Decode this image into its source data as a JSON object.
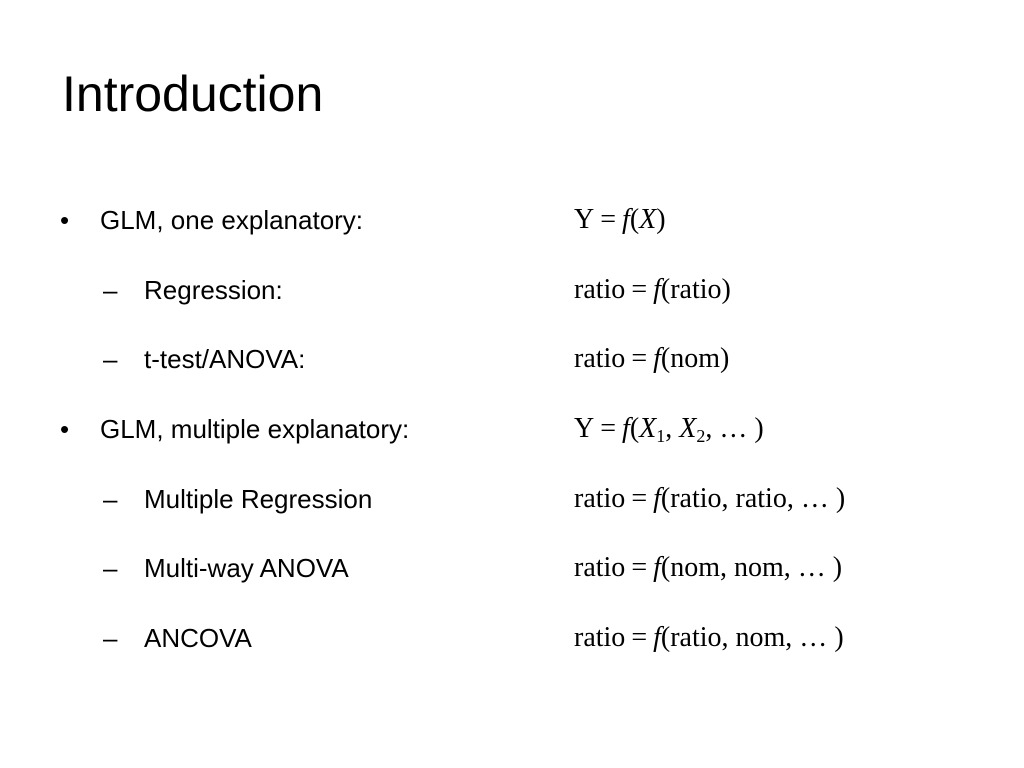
{
  "slide": {
    "title": "Introduction",
    "items": [
      {
        "level": 1,
        "marker": "•",
        "label": "GLM, one explanatory:",
        "formula": {
          "lhs": "Y",
          "eq": "=",
          "f": "f",
          "open": "(",
          "args": "X",
          "close": ")"
        }
      },
      {
        "level": 2,
        "marker": "–",
        "label": "Regression:",
        "formula": {
          "lhs": "ratio",
          "eq": "=",
          "f": "f",
          "open": "(",
          "args": "ratio",
          "close": ")"
        }
      },
      {
        "level": 2,
        "marker": "–",
        "label": "t-test/ANOVA:",
        "formula": {
          "lhs": "ratio",
          "eq": "=",
          "f": "f",
          "open": "(",
          "args": "nom",
          "close": ")"
        }
      },
      {
        "level": 1,
        "marker": "•",
        "label": "GLM, multiple explanatory:",
        "formula": {
          "lhs": "Y",
          "eq": "=",
          "f": "f",
          "open": "(",
          "x1": "X",
          "x1_sub": "1",
          "sep1": ", ",
          "x2": "X",
          "x2_sub": "2",
          "rest": ", … ",
          "close": ")"
        }
      },
      {
        "level": 2,
        "marker": "–",
        "label": "Multiple Regression",
        "formula": {
          "lhs": "ratio",
          "eq": "=",
          "f": "f",
          "open": "(",
          "args": "ratio, ratio, … ",
          "close": ")"
        }
      },
      {
        "level": 2,
        "marker": "–",
        "label": "Multi-way ANOVA",
        "formula": {
          "lhs": "ratio",
          "eq": "=",
          "f": "f",
          "open": "(",
          "args": "nom, nom, … ",
          "close": ")"
        }
      },
      {
        "level": 2,
        "marker": "–",
        "label": "ANCOVA",
        "formula": {
          "lhs": "ratio",
          "eq": "=",
          "f": "f",
          "open": "(",
          "args": "ratio, nom, … ",
          "close": ")"
        }
      }
    ]
  }
}
